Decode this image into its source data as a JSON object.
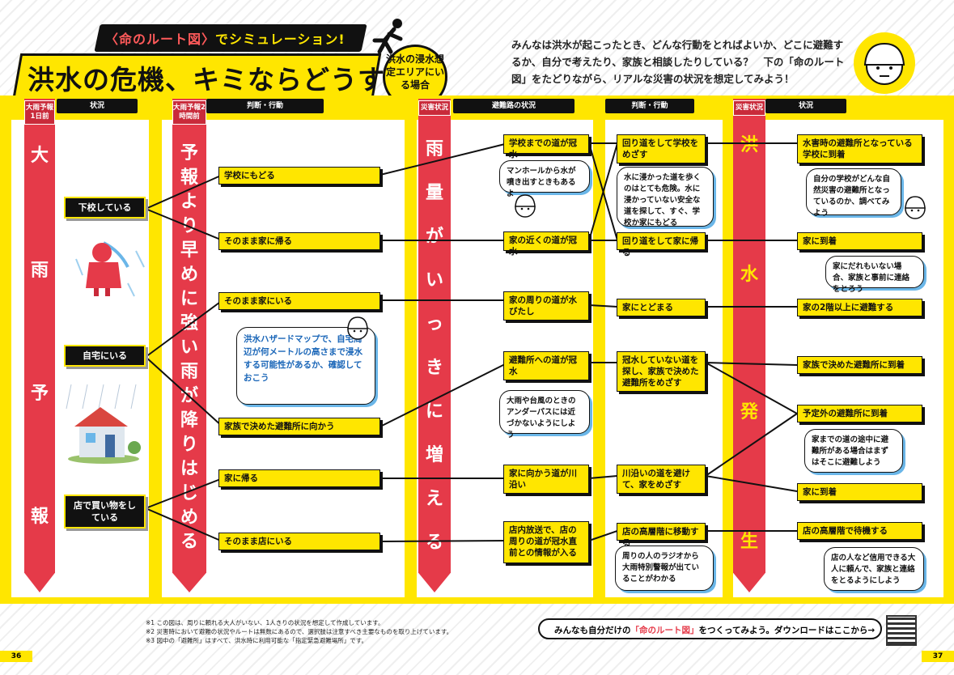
{
  "header": {
    "subtitle_left": "〈命のルート図〉",
    "subtitle_right": "でシミュレーション!",
    "title": "洪水の危機、キミならどうする？",
    "badge": "洪水の浸水想定エリアにいる場合",
    "intro": "みんなは洪水が起こったとき、どんな行動をとればよいか、どこに避難するか、自分で考えたり、家族と相談したりしている？　下の「命のルート図」をたどりながら、リアルな災害の状況を想定してみよう！"
  },
  "columns": {
    "col1_tag": "大雨予報1日前",
    "col1_header": "状況",
    "col1_text": [
      "大",
      "雨",
      "予",
      "報"
    ],
    "col2_tag": "大雨予報2時間前",
    "col2_header": "判断・行動",
    "col2_text": [
      "予",
      "報",
      "よ",
      "り",
      "早",
      "め",
      "に",
      "強",
      "い",
      "雨",
      "が",
      "降",
      "り",
      "は",
      "じ",
      "め",
      "る"
    ],
    "col3_tag": "災害状況",
    "col3_header": "避難路の状況",
    "col3_text": [
      "雨",
      "量",
      "が",
      "い",
      "っ",
      "き",
      "に",
      "増",
      "え",
      "る"
    ],
    "col4_header": "判断・行動",
    "col5_tag": "災害状況",
    "col5_header": "状況",
    "col5_text": [
      "洪",
      "水",
      "発",
      "生"
    ]
  },
  "situations": [
    "下校している",
    "自宅にいる",
    "店で買い物をしている"
  ],
  "actions1": [
    "学校にもどる",
    "そのまま家に帰る",
    "そのまま家にいる",
    "家族で決めた避難所に向かう",
    "家に帰る",
    "そのまま店にいる"
  ],
  "bubble_hazard": "洪水ハザードマップで、自宅周辺が何メートルの高さまで浸水する可能性があるか、確認しておこう",
  "road_status": [
    "学校までの道が冠水",
    "家の近くの道が冠水",
    "家の周りの道が水びたし",
    "避難所への道が冠水",
    "家に向かう道が川沿い",
    "店内放送で、店の周りの道が冠水直前との情報が入る"
  ],
  "bubbles_col3": [
    "マンホールから水が噴き出すときもあるよ",
    "大雨や台風のときのアンダーパスには近づかないようにしよう"
  ],
  "actions2": [
    "回り道をして学校をめざす",
    "回り道をして家に帰る",
    "家にとどまる",
    "冠水していない道を探し、家族で決めた避難所をめざす",
    "川沿いの道を避けて、家をめざす",
    "店の高層階に移動する"
  ],
  "bubbles_col4": [
    "水に浸かった道を歩くのはとても危険。水に浸かっていない安全な道を探して、すぐ、学校か家にもどる",
    "周りの人のラジオから大雨特別警報が出ていることがわかる"
  ],
  "outcomes": [
    "水害時の避難所となっている学校に到着",
    "家に到着",
    "家の2階以上に避難する",
    "家族で決めた避難所に到着",
    "予定外の避難所に到着",
    "家に到着",
    "店の高層階で待機する"
  ],
  "bubbles_col5": [
    "自分の学校がどんな自然災害の避難所となっているのか、調べてみよう",
    "家にだれもいない場合、家族と事前に連絡をとろう",
    "家までの道の途中に避難所がある場合はまずはそこに避難しよう",
    "店の人など信用できる大人に頼んで、家族と連絡をとるようにしよう"
  ],
  "footer": {
    "notes": [
      "※1 この図は、周りに頼れる大人がいない、1人きりの状況を想定して作成しています。",
      "※2 災害時において避難の状況やルートは無数にあるので、選択肢は注意すべき主要なものを取り上げています。",
      "※3 図中の「避難所」はすべて、洪水時に利用可能な「指定緊急避難場所」です。"
    ],
    "cta_pre": "みんなも自分だけの",
    "cta_red": "「命のルート図」",
    "cta_post": "をつくってみよう。ダウンロードはここから→",
    "page_left": "36",
    "page_right": "37"
  },
  "colors": {
    "yellow": "#ffe600",
    "red": "#e53a49",
    "black": "#111111"
  }
}
